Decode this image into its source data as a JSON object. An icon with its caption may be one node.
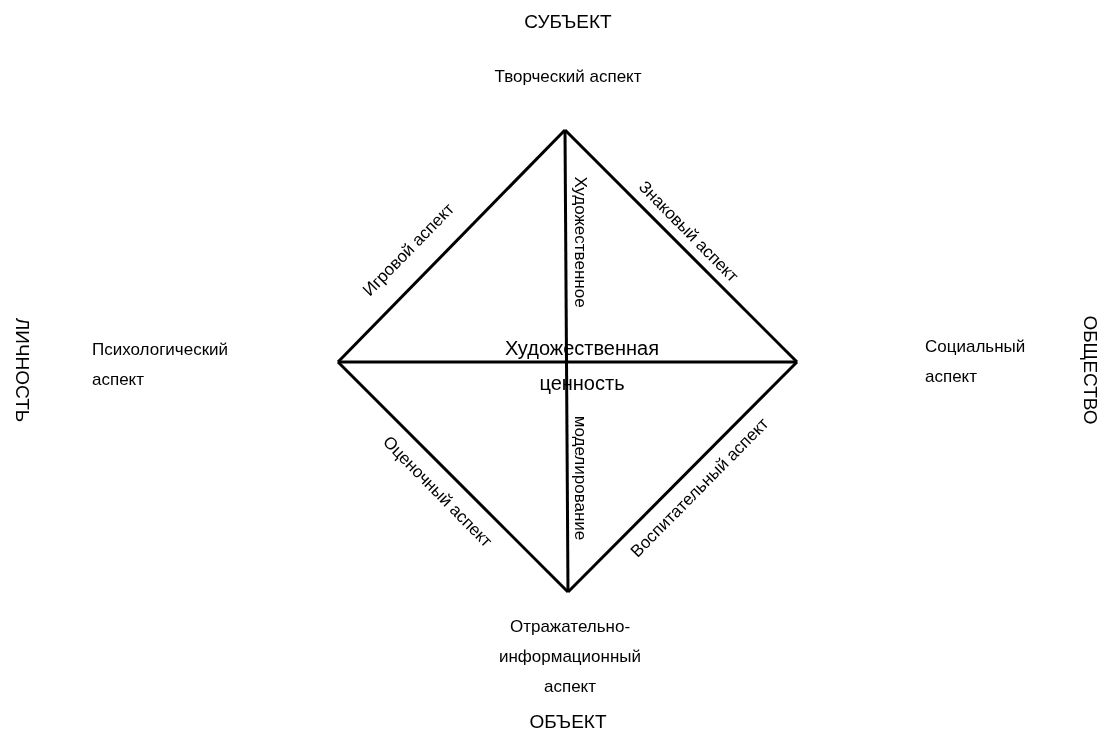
{
  "diagram": {
    "labels": [
      "СУБЪЕКТ",
      "Творческий аспект",
      "Игровой аспект",
      "Художественное",
      "Знаковый аспект",
      "ЛИЧНОСТЬ",
      "Психологический аспект",
      "Художественная ценность",
      "Социальный аспект",
      "ОБЩЕСТВО",
      "Оценочный аспект",
      "моделирование",
      "Воспитательный аспект",
      "Отражательно-информационный аспект",
      "ОБЪЕКТ"
    ]
  }
}
